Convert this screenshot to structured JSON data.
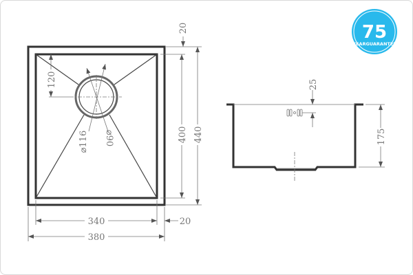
{
  "logo": {
    "number": "75",
    "text": "YEARGUARANTEE",
    "color": "#29b9ec"
  },
  "top_view": {
    "dim_rim_top": "20",
    "dim_drain_offset": "120",
    "dim_inner_depth": "400",
    "dim_outer_depth": "440",
    "dim_drain_outer": "⌀116",
    "dim_drain_inner": "⌀90",
    "dim_inner_width": "340",
    "dim_rim_side": "20",
    "dim_outer_width": "380"
  },
  "side_view": {
    "dim_overflow": "25",
    "dim_height": "175"
  }
}
